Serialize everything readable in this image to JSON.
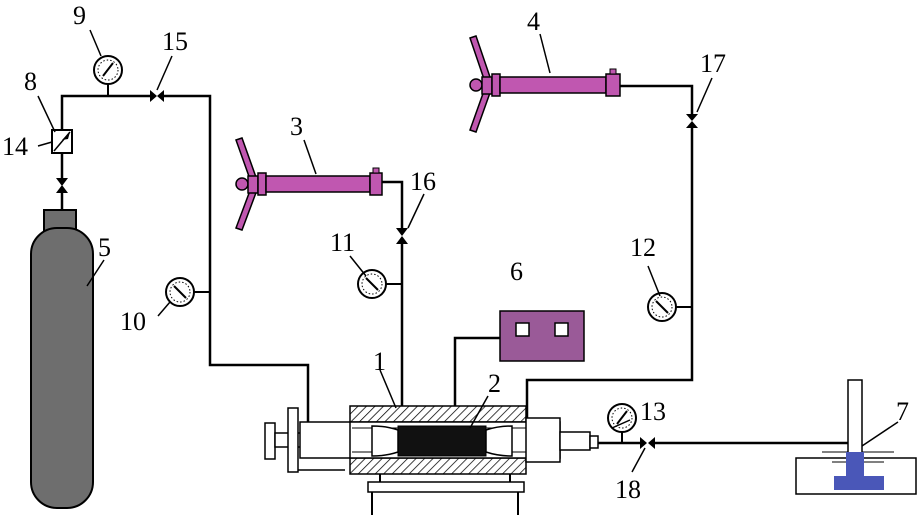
{
  "diagram": {
    "labels": {
      "n1": "1",
      "n2": "2",
      "n3": "3",
      "n4": "4",
      "n5": "5",
      "n6": "6",
      "n7": "7",
      "n8": "8",
      "n9": "9",
      "n10": "10",
      "n11": "11",
      "n12": "12",
      "n13": "13",
      "n14": "14",
      "n15": "15",
      "n16": "16",
      "n17": "17",
      "n18": "18"
    },
    "colors": {
      "cylinder": "#6e6e6e",
      "pump": "#c057b0",
      "box": "#9a5a98",
      "water": "#4a57b8",
      "core": "#111111",
      "line": "#000000"
    }
  }
}
